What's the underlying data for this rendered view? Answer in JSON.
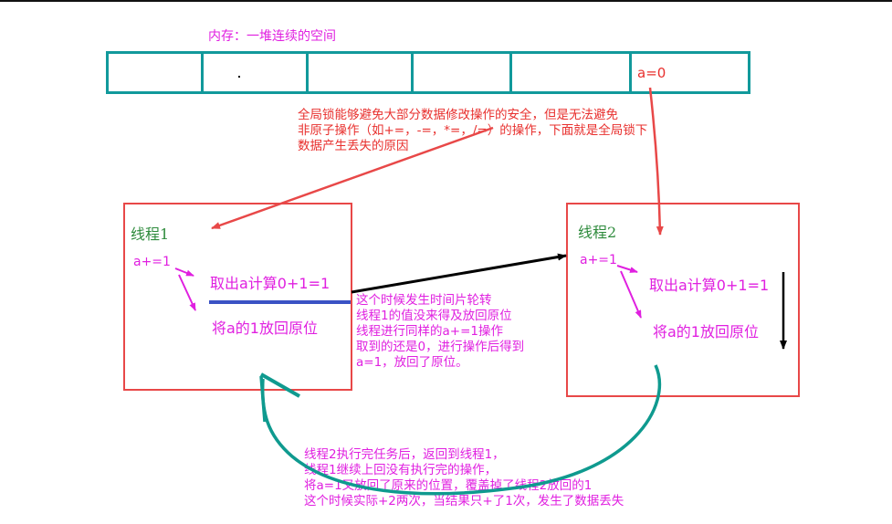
{
  "memory": {
    "title": "内存：一堆连续的空间",
    "cells": [
      "",
      "",
      "",
      "",
      "",
      "a=0"
    ]
  },
  "note_global_lock": [
    "全局锁能够避免大部分数据修改操作的安全，但是无法避免",
    "非原子操作（如+=，-=，*=，/=）的操作，下面就是全局锁下",
    "数据产生丢失的原因"
  ],
  "thread1": {
    "title": "线程1",
    "op": "a+=1",
    "step1": "取出a计算0+1=1",
    "step2": "将a的1放回原位"
  },
  "thread2": {
    "title": "线程2",
    "op": "a+=1",
    "step1": "取出a计算0+1=1",
    "step2": "将a的1放回原位"
  },
  "note_time_slice": [
    "这个时候发生时间片轮转",
    "线程1的值没来得及放回原位",
    "线程进行同样的a+=1操作",
    "取到的还是0，进行操作后得到",
    "a=1，放回了原位。"
  ],
  "note_result": [
    "线程2执行完任务后，返回到线程1，",
    "线程1继续上回没有执行完的操作，",
    "将a=1又放回了原来的位置，覆盖掉了线程2放回的1",
    "这个时候实际+2两次，当结果只+了1次，发生了数据丢失"
  ],
  "colors": {
    "memory_border": "#11999b",
    "thread_border": "#e84848",
    "red_text": "#e8302e",
    "magenta_text": "#e020e0",
    "green_title": "#2e8b3c",
    "blue_bar": "#3a52c4",
    "teal_curve": "#0f9a8f"
  }
}
